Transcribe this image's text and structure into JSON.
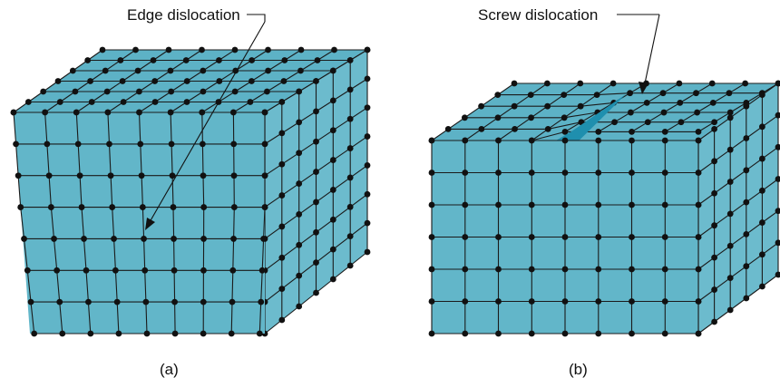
{
  "figures": [
    {
      "id": "a",
      "callout": "Edge dislocation",
      "caption": "(a)"
    },
    {
      "id": "b",
      "callout": "Screw dislocation",
      "caption": "(b)"
    }
  ],
  "colors": {
    "crystal": "#62b6c9",
    "step": "#1f8fae",
    "lines": "#1a1a1a"
  }
}
